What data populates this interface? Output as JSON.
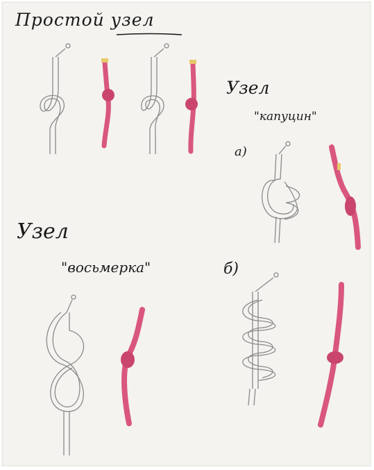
{
  "captions": {
    "simple_knot": "Простой узел",
    "capuchin_line1": "Узел",
    "capuchin_line2": "\"капуцин\"",
    "variant_a": "а)",
    "eight_line1": "Узел",
    "eight_line2": "\"восьмерка\"",
    "variant_b": "б)"
  },
  "colors": {
    "paper": "#f4f3ef",
    "pencil": "#8a8a8a",
    "ink": "#1a1a1a",
    "rope_pink": "#d9577f",
    "rope_tip": "#e8c96a"
  }
}
